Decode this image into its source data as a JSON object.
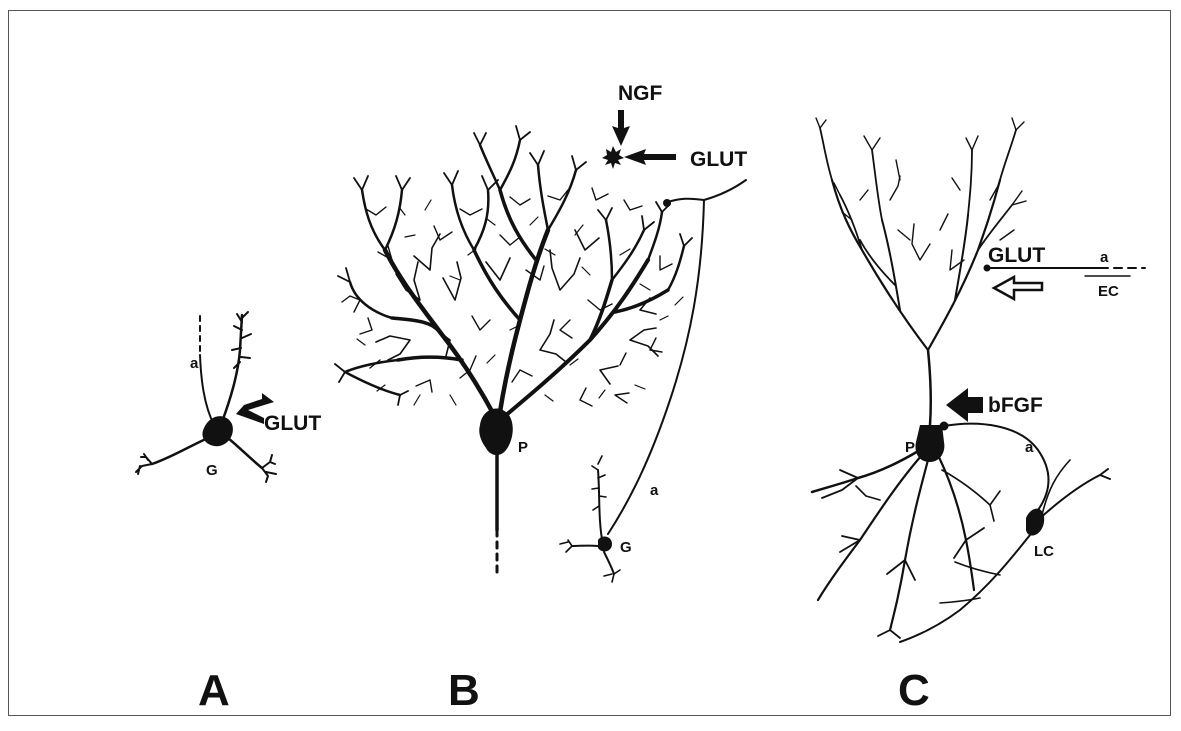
{
  "panels": [
    {
      "id": "A",
      "label": "A",
      "cell_labels": {
        "soma": "G",
        "axon": "a"
      },
      "molecule": "GLUT"
    },
    {
      "id": "B",
      "label": "B",
      "cell_labels": {
        "soma": "P",
        "granule": "G",
        "axon": "a"
      },
      "molecules": [
        "NGF",
        "GLUT"
      ]
    },
    {
      "id": "C",
      "label": "C",
      "cell_labels": {
        "soma": "P",
        "axon": "a",
        "lc_soma": "LC",
        "ec_axon": "a",
        "ec": "EC"
      },
      "molecules": [
        "GLUT",
        "bFGF"
      ]
    }
  ]
}
